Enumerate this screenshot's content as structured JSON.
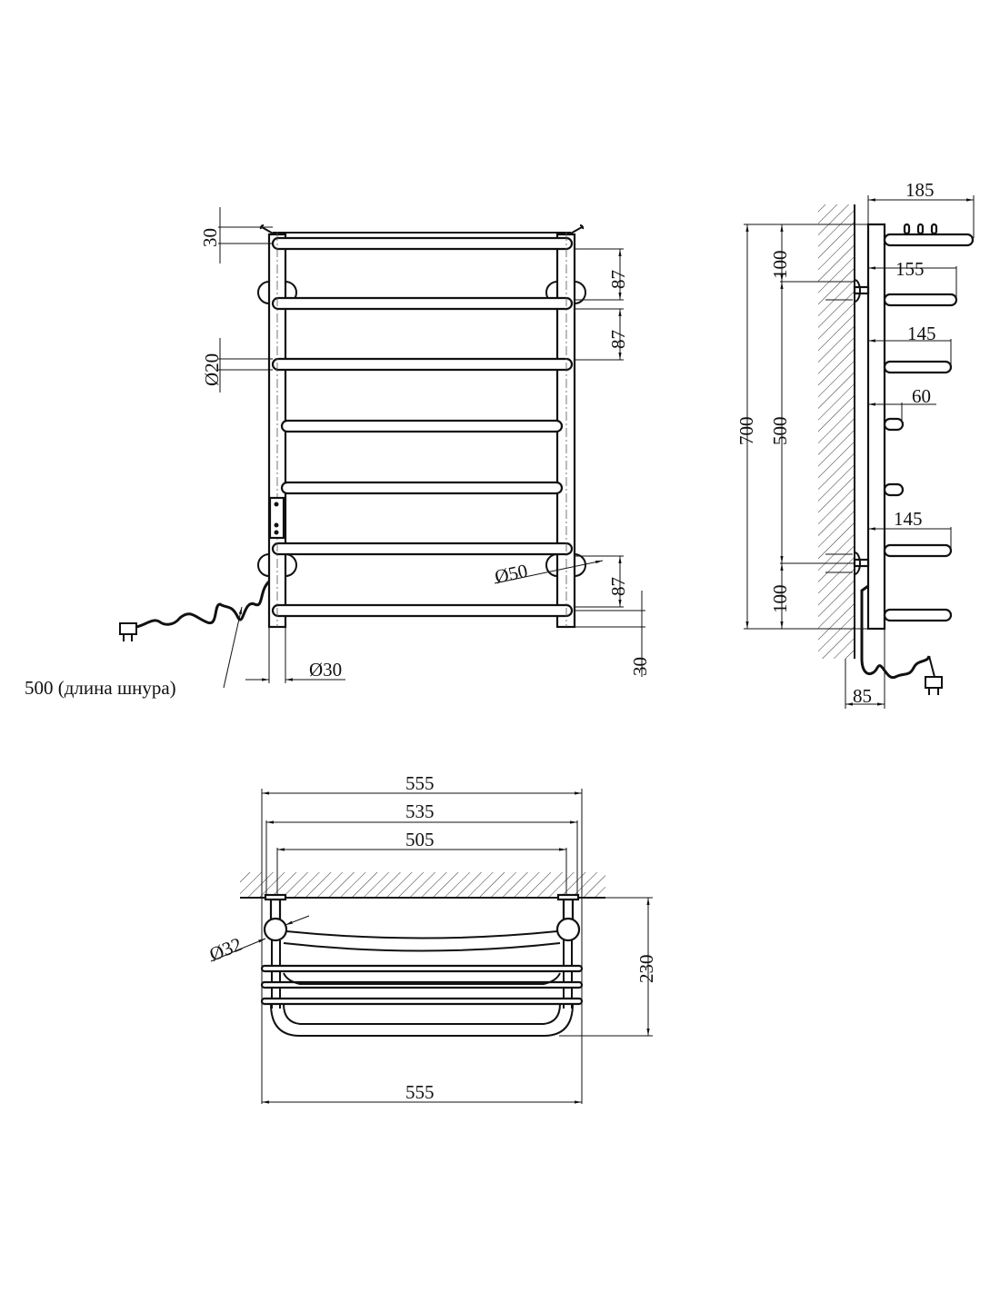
{
  "front_view": {
    "dim_top_offset": "30",
    "dim_spacing_1": "87",
    "dim_spacing_2": "87",
    "dim_spacing_3": "87",
    "dim_bar_diameter": "Ø20",
    "dim_bottom_offset": "30",
    "dim_post_diameter": "Ø30",
    "dim_flange_diameter": "Ø50",
    "cord_length_label": "500 (длина шнура)"
  },
  "side_view": {
    "dim_depth_top": "185",
    "dim_depth_2": "155",
    "dim_depth_3": "145",
    "dim_depth_4": "60",
    "dim_depth_5": "145",
    "dim_total_height": "700",
    "dim_upper_mount": "100",
    "dim_mount_spacing": "500",
    "dim_lower_mount": "100",
    "dim_wall_offset": "85"
  },
  "top_view": {
    "dim_width_total": "555",
    "dim_width_outer": "535",
    "dim_width_mount": "505",
    "dim_depth": "230",
    "dim_mount_diameter": "Ø32",
    "dim_width_bottom": "555"
  }
}
